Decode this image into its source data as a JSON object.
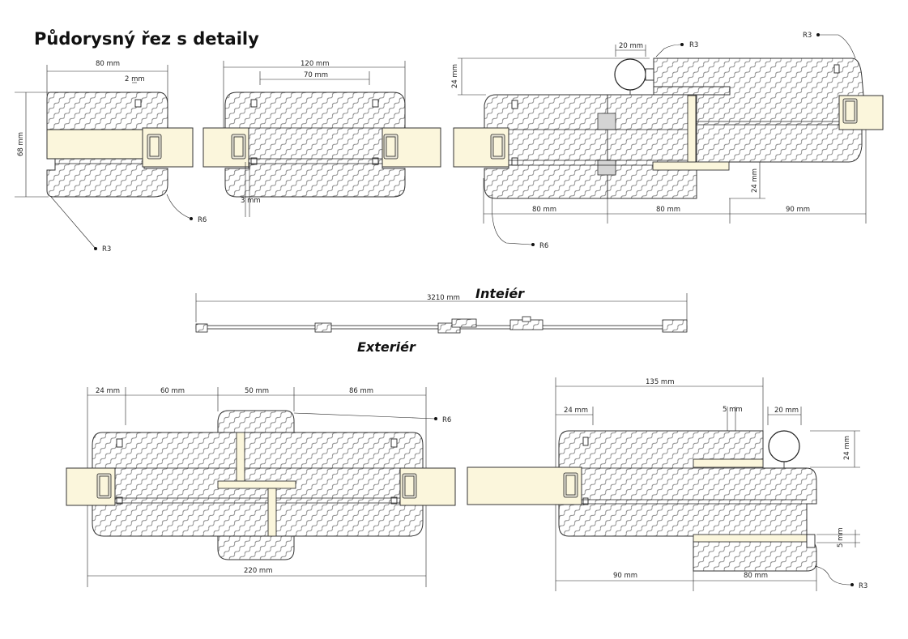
{
  "title": "Půdorysný řez s detaily",
  "side_labels": {
    "interior": "Inteiér",
    "exterior": "Exteriér"
  },
  "detail_a": {
    "width": "80 mm",
    "gap": "2 mm",
    "height": "68 mm",
    "radius_outer": "R6",
    "radius_inner": "R3"
  },
  "detail_b": {
    "width": "120 mm",
    "inner": "70 mm",
    "gap": "3 mm"
  },
  "detail_c": {
    "handle_width": "20 mm",
    "handle_height": "24 mm",
    "radius_top": "R3",
    "radius_corner": "R3",
    "step": "24 mm",
    "seg1": "80 mm",
    "seg2": "80 mm",
    "seg3": "90 mm",
    "radius_bottom": "R6"
  },
  "overview": {
    "total": "3210 mm"
  },
  "detail_d": {
    "d1": "24 mm",
    "d2": "60 mm",
    "d3": "50 mm",
    "d4": "86 mm",
    "radius": "R6",
    "total": "220 mm"
  },
  "detail_e": {
    "total": "135 mm",
    "d1": "24 mm",
    "gap": "5 mm",
    "handle_width": "20 mm",
    "handle_height": "24 mm",
    "gap2": "5 mm",
    "seg1": "90 mm",
    "seg2": "80 mm",
    "radius": "R3"
  }
}
